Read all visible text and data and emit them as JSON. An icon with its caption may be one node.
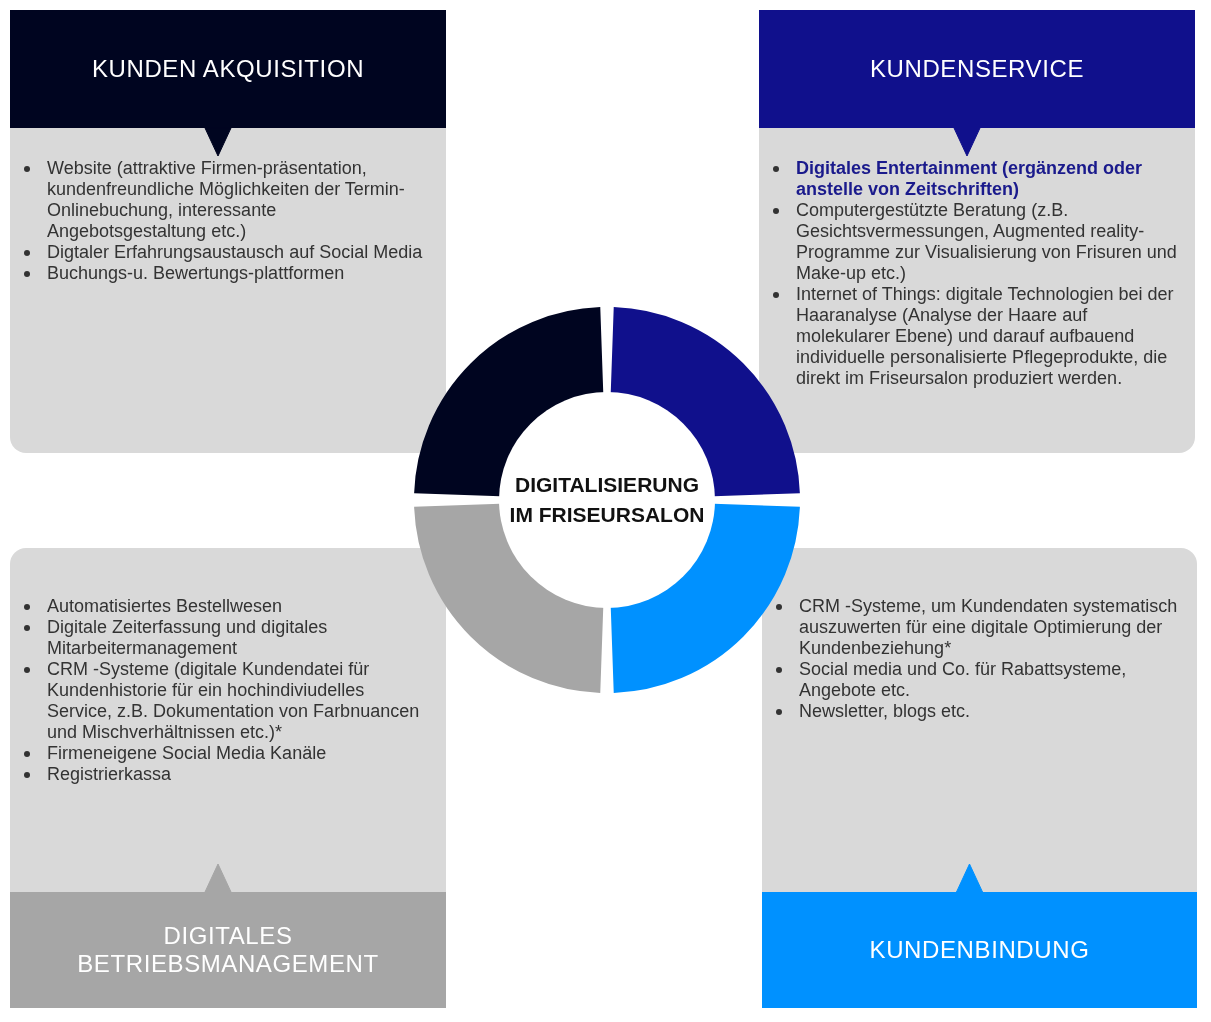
{
  "diagram": {
    "nodes": [
      {
        "text": [
          "KUNDEN AKQUISITION"
        ]
      },
      {
        "text": [
          "Website (attraktive Firmen-präsentation, kundenfreundliche Möglichkeiten der Termin-Onlinebuchung, interessante Angebotsgestaltung etc.)",
          "Digtaler Erfahrungsaustausch auf Social Media",
          "Buchungs-u. Bewertungs-plattformen"
        ]
      },
      {
        "text": [
          "KUNDENSERVICE"
        ]
      },
      {
        "text": [
          "**Digitales Entertainment (ergänzend oder anstelle von Zeitschriften)**",
          "Computergestützte Beratung (z.B. Gesichtsvermessungen, Augmented reality-Programme zur Visualisierung von Frisuren und Make-up etc.)",
          "Internet of Things: digitale Technologien bei der Haaranalyse (Analyse der Haare auf molekularer Ebene) und darauf aufbauend individuelle personalisierte Pflegeprodukte, die direkt im Friseursalon produziert werden."
        ]
      },
      {
        "text": [
          "Automatisiertes Bestellwesen",
          "Digitale Zeiterfassung und digitales Mitarbeitermanagement",
          "CRM -Systeme (digitale Kundendatei für Kundenhistorie für ein hochindiviudelles Service, z.B. Dokumentation von Farbnuancen und Mischverhältnissen etc.)*",
          "Firmeneigene Social Media Kanäle",
          "Registrierkassa"
        ]
      },
      {
        "text": [
          "DIGITALES BETRIEBSMANAGEMENT"
        ]
      },
      {
        "text": [
          "CRM -Systeme, um Kundendaten systematisch auszuwerten für eine digitale Optimierung der  Kundenbeziehung*",
          "Social media und Co. für Rabattsysteme, Angebote etc.",
          "Newsletter, blogs etc."
        ]
      },
      {
        "text": [
          "KUNDENBINDUNG"
        ]
      },
      {
        "text": [
          "DIGITALISIERUNG IM FRISEURSALON"
        ]
      }
    ],
    "edges": [
      {
        "from": 0,
        "to": 1,
        "arrow": "to"
      },
      {
        "from": 2,
        "to": 3,
        "arrow": "to"
      },
      {
        "from": 5,
        "to": 4,
        "arrow": "to"
      },
      {
        "from": 7,
        "to": 6,
        "arrow": "to"
      }
    ]
  }
}
